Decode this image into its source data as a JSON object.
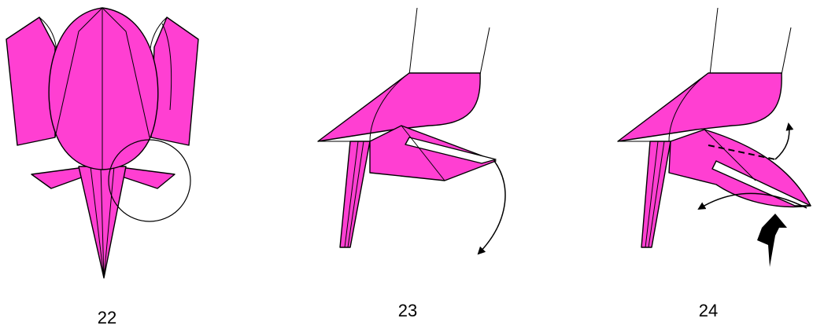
{
  "colors": {
    "paper": "#ff3fd2",
    "line": "#000000",
    "background": "#ffffff"
  },
  "steps": [
    {
      "number": "22"
    },
    {
      "number": "23"
    },
    {
      "number": "24"
    }
  ]
}
